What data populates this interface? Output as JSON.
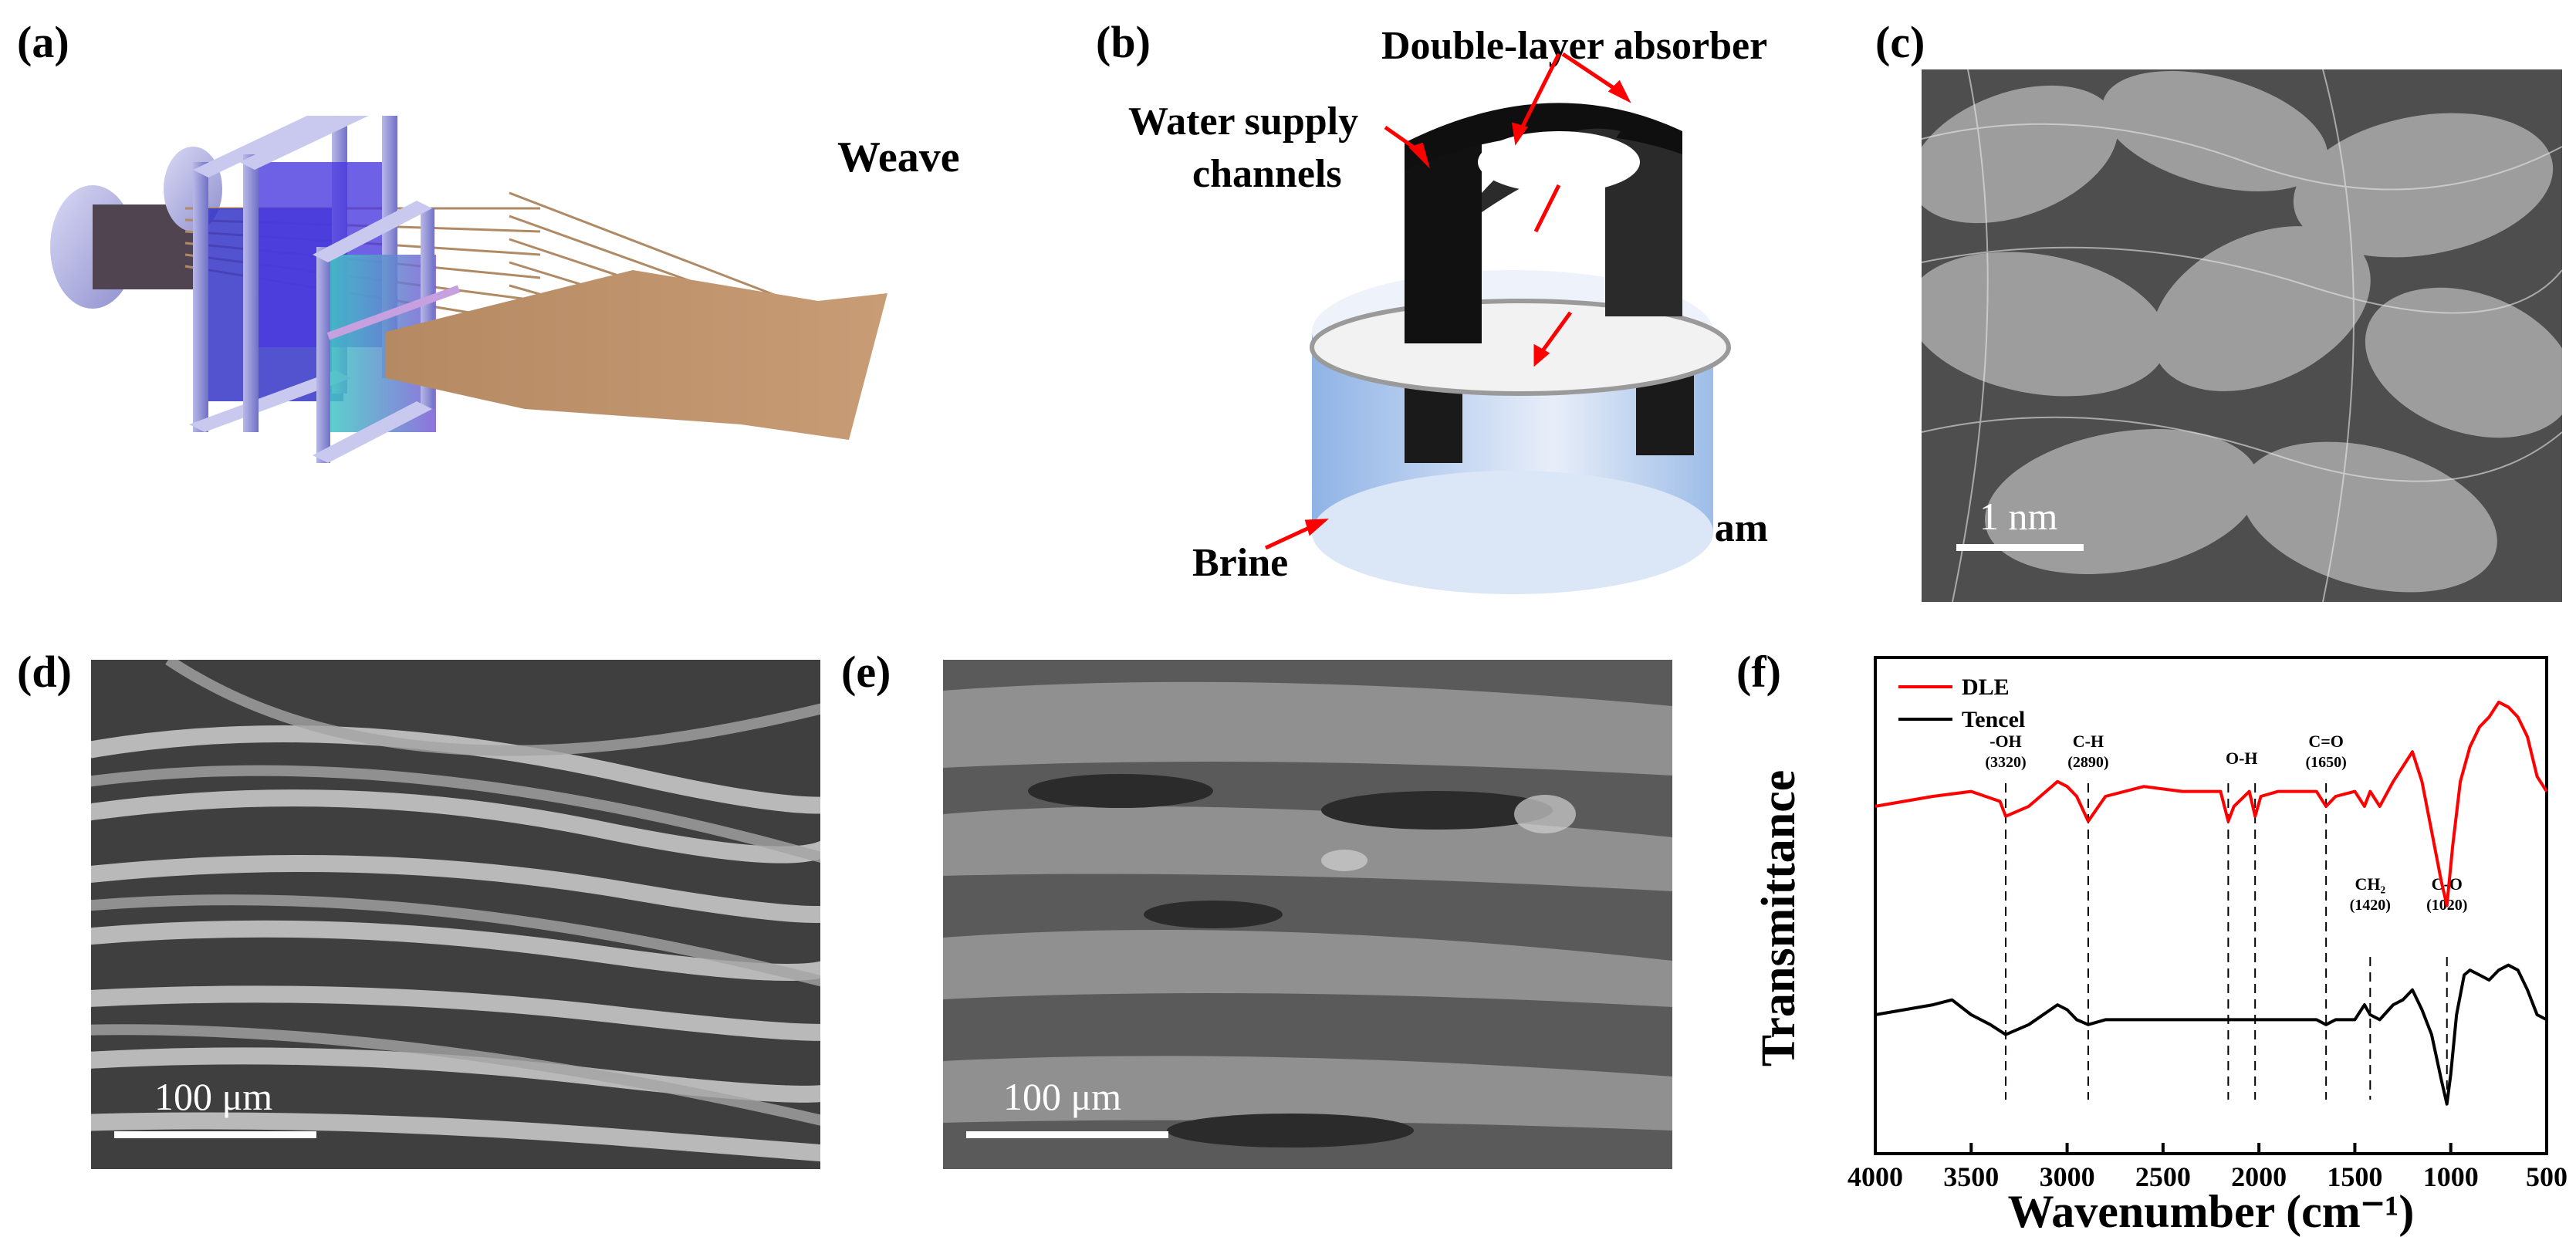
{
  "panels": {
    "a": {
      "label": "(a)",
      "caption": "Weave"
    },
    "b": {
      "label": "(b)",
      "callouts": [
        "Double-layer absorber",
        "Water supply",
        "channels",
        "Brine",
        "Insulation foam"
      ]
    },
    "c": {
      "label": "(c)",
      "scale": "1 nm"
    },
    "d": {
      "label": "(d)",
      "scale": "100 μm"
    },
    "e": {
      "label": "(e)",
      "scale": "100 μm"
    },
    "f": {
      "label": "(f)"
    }
  },
  "colors": {
    "dle": "#ff0000",
    "tencel": "#000000",
    "brine": "#9fbde6",
    "absorber": "#1a1a1a",
    "warp": "#4a4ae8"
  },
  "chart_data": {
    "type": "line",
    "title": "",
    "xlabel": "Wavenumber (cm⁻¹)",
    "ylabel": "Transmittance",
    "xlim": [
      4000,
      500
    ],
    "x_reversed": true,
    "xticks": [
      4000,
      3500,
      3000,
      2500,
      2000,
      1500,
      1000,
      500
    ],
    "yticks_shown": false,
    "legend": {
      "placement": "top-left",
      "entries": [
        "DLE",
        "Tencel"
      ]
    },
    "series": [
      {
        "name": "DLE",
        "color": "#ff0000",
        "x": [
          4000,
          3700,
          3500,
          3350,
          3320,
          3200,
          3050,
          3000,
          2950,
          2890,
          2800,
          2600,
          2400,
          2200,
          2160,
          2130,
          2050,
          2020,
          1990,
          1900,
          1800,
          1700,
          1650,
          1600,
          1500,
          1450,
          1420,
          1370,
          1300,
          1250,
          1200,
          1150,
          1100,
          1050,
          1020,
          990,
          950,
          900,
          850,
          800,
          750,
          700,
          650,
          600,
          550,
          500
        ],
        "y": [
          0.7,
          0.72,
          0.73,
          0.71,
          0.68,
          0.7,
          0.75,
          0.74,
          0.72,
          0.67,
          0.72,
          0.74,
          0.73,
          0.73,
          0.67,
          0.7,
          0.73,
          0.68,
          0.72,
          0.73,
          0.73,
          0.73,
          0.7,
          0.72,
          0.73,
          0.7,
          0.73,
          0.7,
          0.75,
          0.78,
          0.81,
          0.75,
          0.65,
          0.55,
          0.5,
          0.62,
          0.75,
          0.82,
          0.86,
          0.88,
          0.91,
          0.9,
          0.88,
          0.84,
          0.76,
          0.73
        ]
      },
      {
        "name": "Tencel",
        "color": "#000000",
        "x": [
          4000,
          3700,
          3600,
          3500,
          3400,
          3320,
          3200,
          3050,
          3000,
          2950,
          2890,
          2800,
          2600,
          2400,
          2200,
          2100,
          2000,
          1900,
          1800,
          1700,
          1650,
          1600,
          1500,
          1450,
          1420,
          1370,
          1300,
          1250,
          1200,
          1150,
          1100,
          1050,
          1020,
          1000,
          970,
          930,
          900,
          850,
          800,
          750,
          700,
          650,
          600,
          550,
          500
        ],
        "y": [
          0.28,
          0.3,
          0.31,
          0.28,
          0.26,
          0.24,
          0.26,
          0.3,
          0.29,
          0.27,
          0.26,
          0.27,
          0.27,
          0.27,
          0.27,
          0.27,
          0.27,
          0.27,
          0.27,
          0.27,
          0.26,
          0.27,
          0.27,
          0.3,
          0.28,
          0.27,
          0.3,
          0.31,
          0.33,
          0.29,
          0.24,
          0.15,
          0.1,
          0.16,
          0.28,
          0.36,
          0.37,
          0.36,
          0.35,
          0.37,
          0.38,
          0.37,
          0.33,
          0.28,
          0.27
        ]
      }
    ],
    "annotations": [
      {
        "text": "-OH",
        "sub": "(3320)",
        "x": 3320,
        "kind": "line"
      },
      {
        "text": "C-H",
        "sub": "(2890)",
        "x": 2890,
        "kind": "line"
      },
      {
        "text": "O-H",
        "sub": "",
        "x": 2090,
        "kind": "pair",
        "x2": [
          2160,
          2020
        ]
      },
      {
        "text": "C=O",
        "sub": "(1650)",
        "x": 1650,
        "kind": "line"
      },
      {
        "text": "CH₂",
        "sub": "(1420)",
        "x": 1420,
        "kind": "line-low"
      },
      {
        "text": "C-O",
        "sub": "(1020)",
        "x": 1020,
        "kind": "line-low"
      }
    ]
  }
}
